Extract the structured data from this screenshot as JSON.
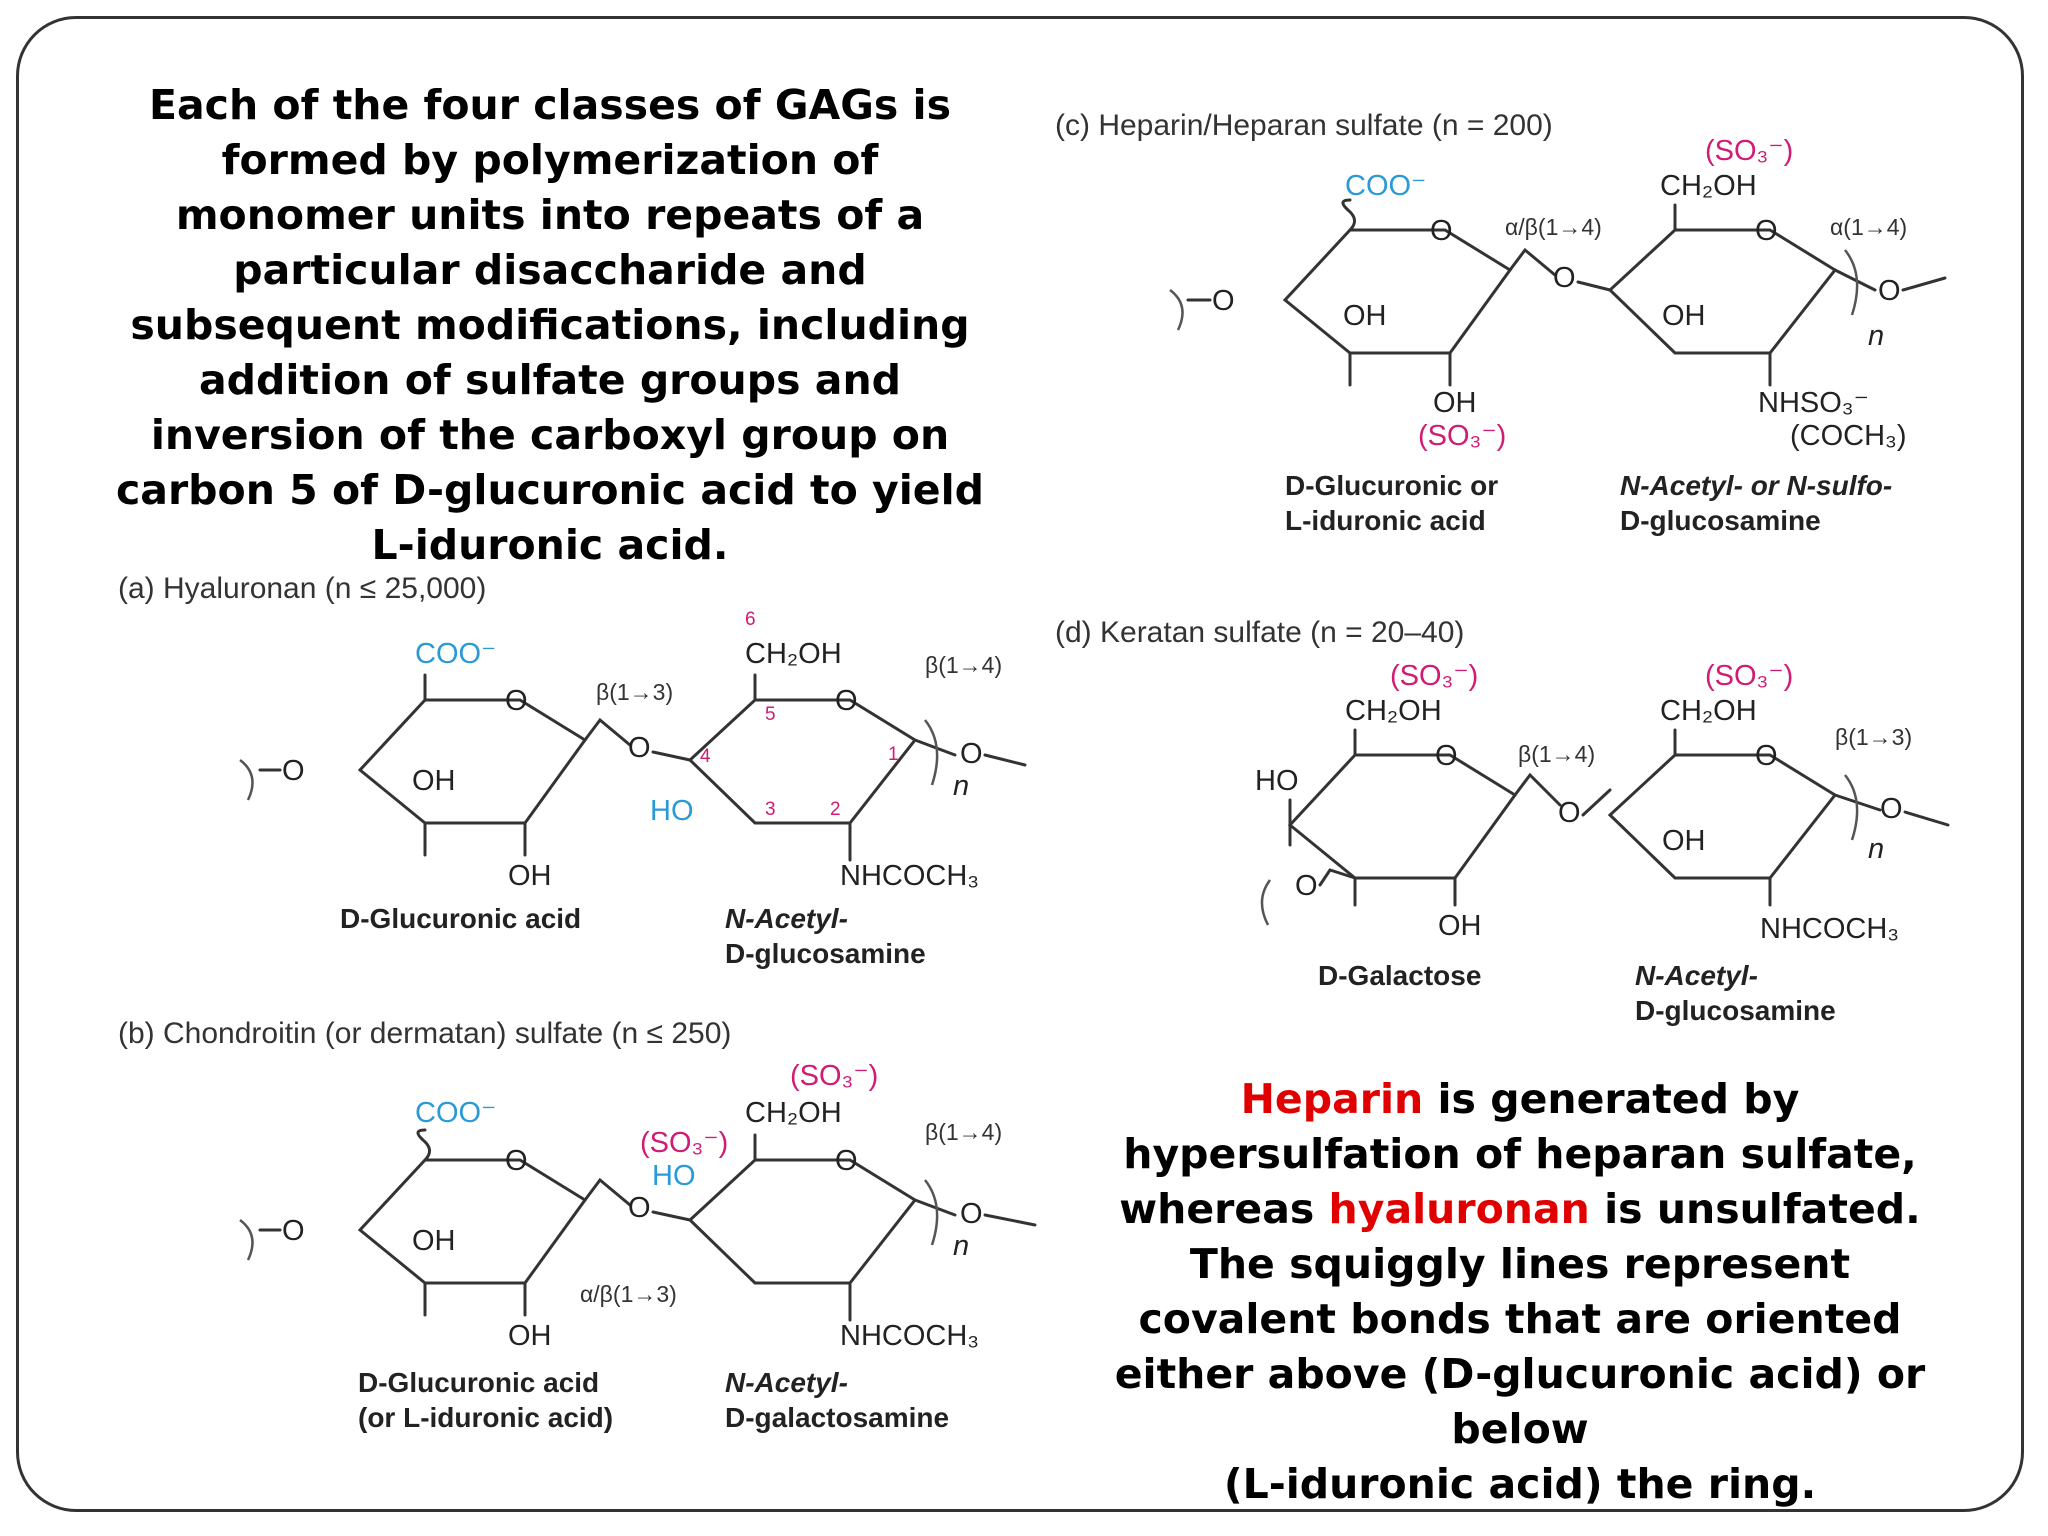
{
  "intro": "Each of the four classes of GAGs is formed by polymerization of monomer units into repeats of a particular disaccharide and subsequent modifications, including addition of sulfate groups and inversion of the carboxyl group on carbon 5 of D-glucuronic acid to yield L-iduronic acid.",
  "note": {
    "w1": "Heparin",
    "t1": " is generated by hypersulfation of heparan sulfate, whereas ",
    "w2": "hyaluronan",
    "t2": " is unsulfated. The squiggly lines represent covalent bonds that are oriented either above (D-glucuronic acid) or below",
    "t3": "(L-iduronic acid) the ring."
  },
  "chem": {
    "coo": "COO⁻",
    "ch2oh": "CH₂OH",
    "oh": "OH",
    "ho": "HO",
    "o": "O",
    "n": "n",
    "so3": "(SO₃⁻)",
    "nhcoch3": "NHCOCH₃",
    "nhso3": "NHSO₃⁻",
    "coch3": "(COCH₃)"
  },
  "panels": {
    "a": {
      "caption": "(a) Hyaluronan (n ≤ 25,000)",
      "link1": "β(1→3)",
      "link2": "β(1→4)",
      "name1": "D-Glucuronic acid",
      "name2a": "N-Acetyl-",
      "name2b": "D-glucosamine",
      "carbons": [
        "6",
        "5",
        "4",
        "3",
        "2",
        "1"
      ]
    },
    "b": {
      "caption": "(b) Chondroitin (or dermatan) sulfate (n ≤ 250)",
      "link1": "α/β(1→3)",
      "link2": "β(1→4)",
      "name1a": "D-Glucuronic acid",
      "name1b": "(or L-iduronic acid)",
      "name2a": "N-Acetyl-",
      "name2b": "D-galactosamine"
    },
    "c": {
      "caption": "(c) Heparin/Heparan sulfate (n = 200)",
      "link1": "α/β(1→4)",
      "link2": "α(1→4)",
      "name1a": "D-Glucuronic or",
      "name1b": "L-iduronic acid",
      "name2a": "N-Acetyl- or N-sulfo-",
      "name2b": "D-glucosamine"
    },
    "d": {
      "caption": "(d) Keratan sulfate (n = 20–40)",
      "link1": "β(1→4)",
      "link2": "β(1→3)",
      "name1": "D-Galactose",
      "name2a": "N-Acetyl-",
      "name2b": "D-glucosamine"
    }
  }
}
